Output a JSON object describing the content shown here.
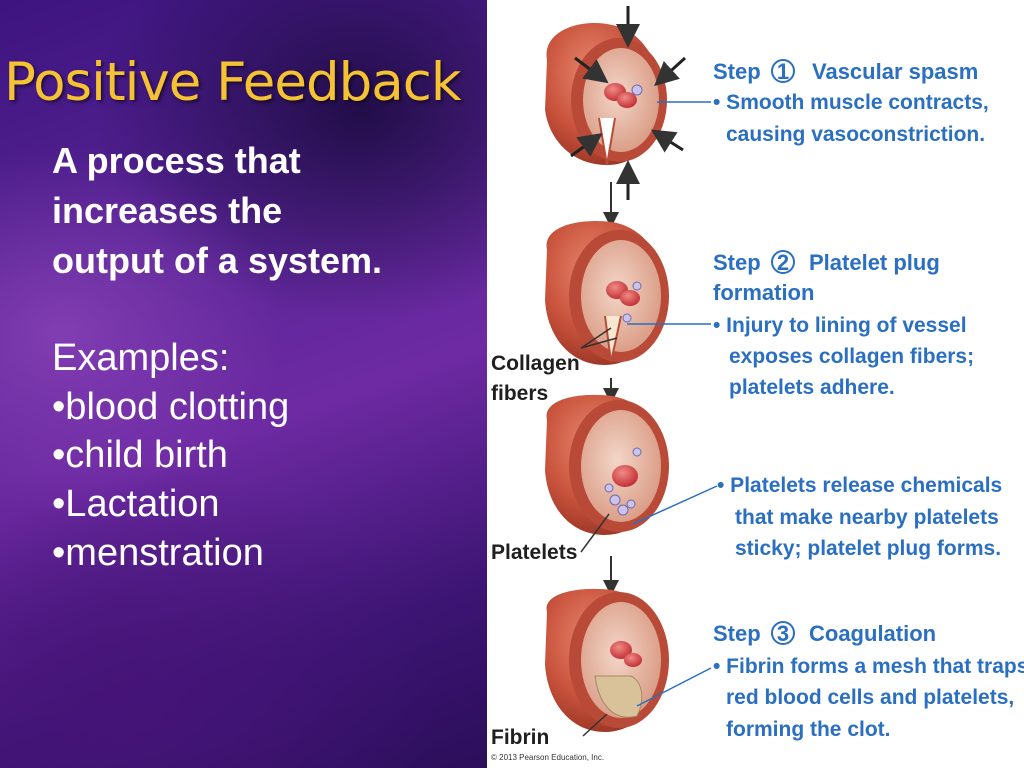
{
  "slide": {
    "title": "Positive Feedback",
    "definition_lines": [
      "A process that",
      "increases the",
      "output of a system."
    ],
    "examples_heading": "Examples:",
    "examples": [
      "•blood clotting",
      "•child birth",
      "•Lactation",
      "•menstration"
    ]
  },
  "figure": {
    "steps": [
      {
        "step_word": "Step",
        "number": "1",
        "name": "Vascular spasm",
        "name_line2": "",
        "body_lines": [
          "• Smooth muscle contracts,",
          "causing vasoconstriction."
        ]
      },
      {
        "step_word": "Step",
        "number": "2",
        "name": "Platelet plug",
        "name_line2": "formation",
        "body_lines": [
          "• Injury to lining of vessel",
          "exposes collagen fibers;",
          "platelets adhere."
        ]
      },
      {
        "step_word": "",
        "number": "",
        "name": "",
        "name_line2": "",
        "body_lines": [
          "• Platelets release chemicals",
          "that make nearby platelets",
          "sticky; platelet plug forms."
        ]
      },
      {
        "step_word": "Step",
        "number": "3",
        "name": "Coagulation",
        "name_line2": "",
        "body_lines": [
          "• Fibrin forms a mesh that traps",
          "red blood cells and platelets,",
          "forming the clot."
        ]
      }
    ],
    "callouts": {
      "collagen_line1": "Collagen",
      "collagen_line2": "fibers",
      "platelets": "Platelets",
      "fibrin": "Fibrin"
    },
    "copyright": "© 2013 Pearson Education, Inc."
  },
  "colors": {
    "title": "#f4c232",
    "step_text": "#2a6fc1",
    "vessel": "#c9533c",
    "background_left": "#5a2596"
  }
}
